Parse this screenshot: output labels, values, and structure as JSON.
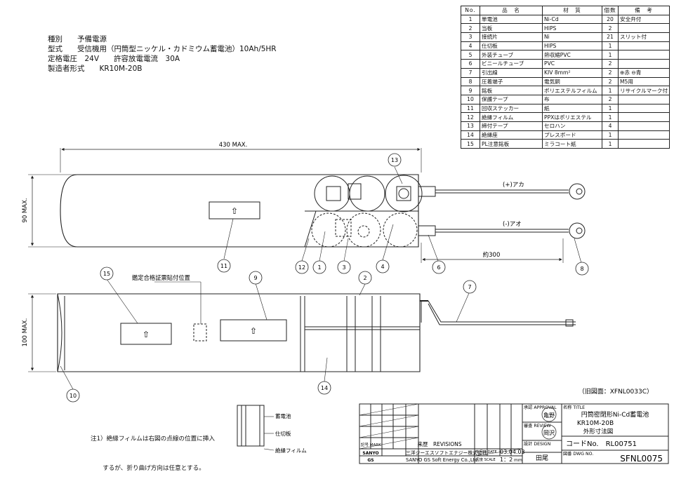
{
  "spec": {
    "line1": "種別　　予備電源",
    "line2": "型式　　受信機用（円筒型ニッケル・カドミウム蓄電池）10Ah/5HR",
    "line3": "定格電圧　24V　　許容放電電流　30A",
    "line4": "製造者形式　　KR10M-20B"
  },
  "parts_table": {
    "headers": [
      "No.",
      "品　名",
      "材　質",
      "個数",
      "備　考"
    ],
    "rows": [
      [
        "1",
        "単電池",
        "Ni-Cd",
        "20",
        "安全弁付"
      ],
      [
        "2",
        "当板",
        "HIPS",
        "2",
        ""
      ],
      [
        "3",
        "接続片",
        "Ni",
        "21",
        "スリット付"
      ],
      [
        "4",
        "仕切板",
        "HIPS",
        "1",
        ""
      ],
      [
        "5",
        "外装チューブ",
        "熱収縮PVC",
        "1",
        ""
      ],
      [
        "6",
        "ビニールチューブ",
        "PVC",
        "2",
        ""
      ],
      [
        "7",
        "引出線",
        "KIV 8mm²",
        "2",
        "⊕赤 ⊖青"
      ],
      [
        "8",
        "圧着端子",
        "電気銅",
        "2",
        "M5用"
      ],
      [
        "9",
        "銘板",
        "ポリエステルフィルム",
        "1",
        "リサイクルマーク付"
      ],
      [
        "10",
        "保護テープ",
        "布",
        "2",
        ""
      ],
      [
        "11",
        "回収ステッカー",
        "紙",
        "1",
        ""
      ],
      [
        "12",
        "絶縁フィルム",
        "PPXはポリエステル",
        "1",
        ""
      ],
      [
        "13",
        "締付テープ",
        "セロハン",
        "4",
        ""
      ],
      [
        "14",
        "絶縁座",
        "プレスボード",
        "1",
        ""
      ],
      [
        "15",
        "PL注意銘板",
        "ミラコート紙",
        "1",
        ""
      ]
    ]
  },
  "dimensions": {
    "length": "430 MAX.",
    "height_top": "90 MAX.",
    "height_bottom": "100 MAX.",
    "lead": "約300",
    "lead_pos": "(+)アカ",
    "lead_neg": "(-)アオ",
    "cert_label": "鑑定合格証票貼付位置"
  },
  "arrow_glyph": "⇧",
  "balloons": [
    "1",
    "2",
    "3",
    "4",
    "6",
    "7",
    "8",
    "9",
    "10",
    "11",
    "12",
    "13",
    "14",
    "15"
  ],
  "old_drawing": "（旧図面：XFNL0033C）",
  "note": {
    "line1": "注1）絶縁フィルムは右図の点線の位置に挿入",
    "line2": "　　するが、折り曲げ方向は任意とする。"
  },
  "inset": {
    "label1": "蓄電池",
    "label2": "仕切板",
    "label3": "絶縁フィルム"
  },
  "title_block": {
    "approval": "承認 APPROVAL",
    "review": "審査 REVIEW",
    "design": "設計 DESIGN",
    "title_label": "名称 TITLE",
    "title1": "円筒密閉形Ni-Cd蓄電池",
    "title2": "KR10M-20B",
    "title3": "外形寸法図",
    "code": "コードNo.　RL00751",
    "dwg_label": "図番 DWG NO.",
    "dwg_no": "SFNL0075",
    "designer": "田尾",
    "date_label": "年月日 DATE",
    "date": "03.04.03",
    "scale_label": "尺度 SCALE",
    "scale": "1：2",
    "unit": "mm",
    "revisions": "来歴　REVISIONS",
    "mark_label": "記号 MARK",
    "company_jp": "三洋ジーエスソフトエナジー株式会社",
    "company_en": "SANYO GS Soft Energy Co.,Ltd.",
    "logo1": "SANYO",
    "logo2": "GS",
    "stamp1": "亀野",
    "stamp2": "岡沢"
  }
}
